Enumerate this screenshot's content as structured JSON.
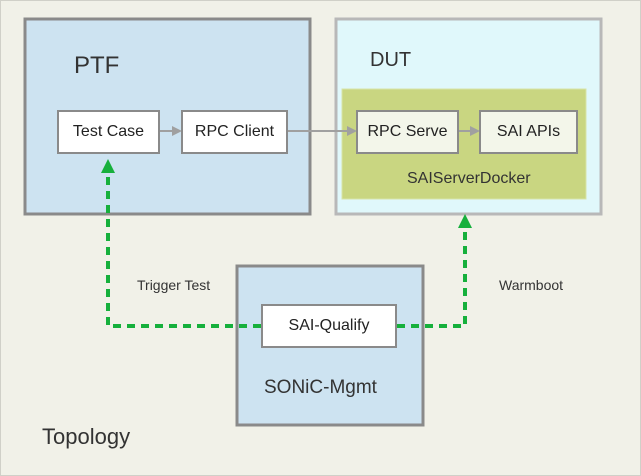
{
  "diagram": {
    "colors": {
      "background": "#f1f1e8",
      "ptf_fill": "#cde3f1",
      "dut_fill": "#e0f8fb",
      "docker_fill": "#c9d681",
      "mgmt_fill": "#cde3f1",
      "container_border": "#8a8a8a",
      "solid_arrow": "#a0a0a0",
      "dashed_arrow": "#16b03c"
    },
    "containers": {
      "ptf": "PTF",
      "dut": "DUT",
      "docker": "SAIServerDocker",
      "mgmt": "SONiC-Mgmt",
      "topology": "Topology"
    },
    "nodes": {
      "test_case": "Test Case",
      "rpc_client": "RPC Client",
      "rpc_serve": "RPC Serve",
      "sai_apis": "SAI APIs",
      "sai_qualify": "SAI-Qualify"
    },
    "edge_labels": {
      "trigger_test": "Trigger Test",
      "warmboot": "Warmboot"
    }
  }
}
